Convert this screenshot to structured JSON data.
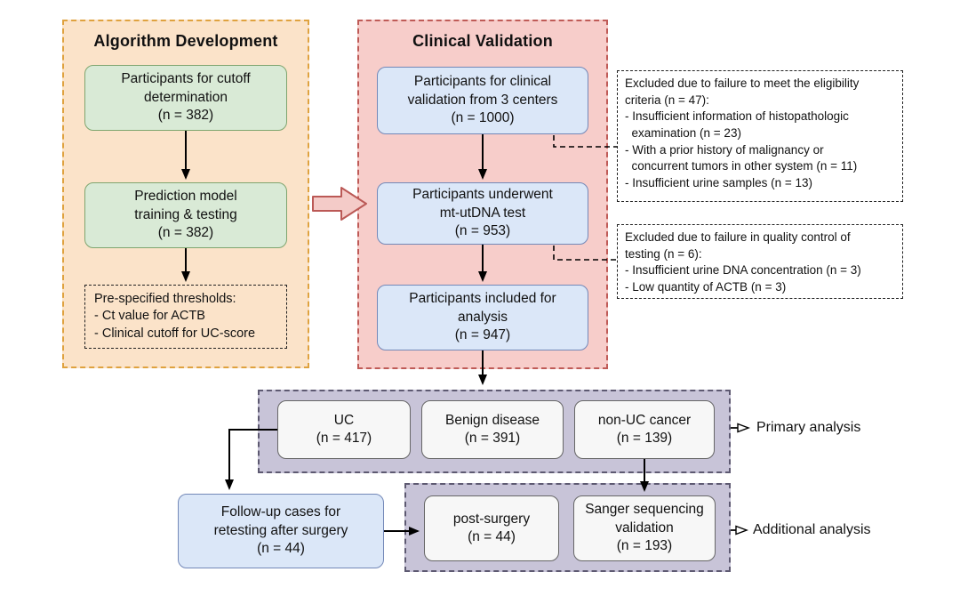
{
  "colors": {
    "panel_orange_fill": "#FBE3C9",
    "panel_orange_border": "#DFA23F",
    "panel_pink_fill": "#F7CDCA",
    "panel_pink_border": "#BF5B57",
    "panel_purple_fill": "#C8C4D8",
    "panel_purple_border": "#5D5971",
    "node_green_fill": "#D9EAD6",
    "node_green_border": "#7FA56F",
    "node_blue_fill": "#DBE7F8",
    "node_blue_border": "#7388B8",
    "node_gray_fill": "#F7F7F7",
    "node_gray_border": "#666666",
    "connector_color": "#000000",
    "block_arrow_fill": "#F4CBC8",
    "block_arrow_border": "#BB5956"
  },
  "algorithm_panel": {
    "title": "Algorithm Development",
    "boxes": {
      "cutoff": {
        "lines": [
          "Participants for cutoff",
          "determination",
          "(n = 382)"
        ]
      },
      "model": {
        "lines": [
          "Prediction model",
          "training & testing",
          "(n = 382)"
        ]
      },
      "thresholds": {
        "lines": [
          "Pre-specified thresholds:",
          "- Ct value for ACTB",
          "- Clinical cutoff for UC-score"
        ]
      }
    }
  },
  "validation_panel": {
    "title": "Clinical Validation",
    "boxes": {
      "recruited": {
        "lines": [
          "Participants for clinical",
          "validation from 3 centers",
          "(n = 1000)"
        ]
      },
      "tested": {
        "lines": [
          "Participants underwent",
          "mt-utDNA test",
          "(n = 953)"
        ]
      },
      "included": {
        "lines": [
          "Participants included for",
          "analysis",
          "(n = 947)"
        ]
      }
    }
  },
  "exclusion_notes": {
    "eligibility": {
      "lines": [
        "Excluded due to failure to meet the eligibility",
        "criteria (n = 47):",
        "- Insufficient information of histopathologic",
        "  examination (n = 23)",
        "- With a prior history of malignancy or",
        "  concurrent tumors in other system (n = 11)",
        "- Insufficient urine samples (n = 13)"
      ]
    },
    "quality": {
      "lines": [
        "Excluded due to failure in quality control of",
        "testing (n = 6):",
        "- Insufficient urine DNA concentration (n = 3)",
        "- Low quantity of ACTB (n = 3)"
      ]
    }
  },
  "primary_group": {
    "uc": {
      "lines": [
        "UC",
        "(n = 417)"
      ]
    },
    "benign": {
      "lines": [
        "Benign disease",
        "(n = 391)"
      ]
    },
    "non_uc": {
      "lines": [
        "non-UC cancer",
        "(n = 139)"
      ]
    }
  },
  "additional_group": {
    "post_surgery": {
      "lines": [
        "post-surgery",
        "(n = 44)"
      ]
    },
    "sanger": {
      "lines": [
        "Sanger sequencing",
        "validation",
        "(n = 193)"
      ]
    }
  },
  "followup_box": {
    "lines": [
      "Follow-up cases for",
      "retesting after surgery",
      "(n = 44)"
    ]
  },
  "labels": {
    "primary": "Primary analysis",
    "additional": "Additional analysis"
  }
}
